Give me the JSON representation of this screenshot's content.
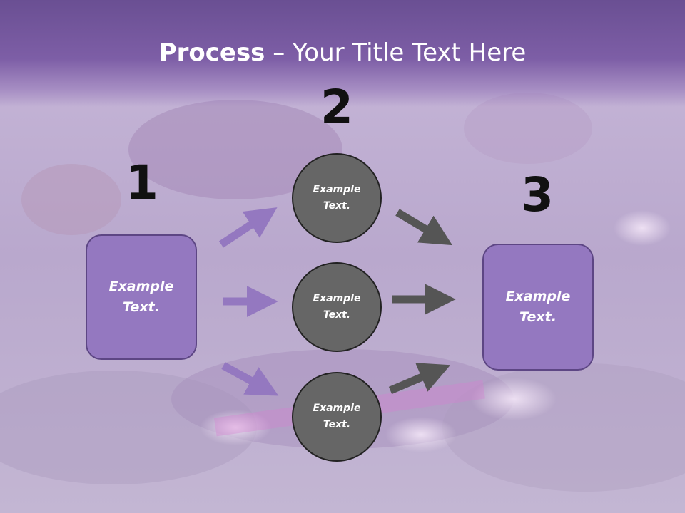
{
  "title": {
    "bold": "Process",
    "rest": " – Your Title Text Here"
  },
  "steps": [
    {
      "number": "1",
      "label": "Example\nText."
    },
    {
      "number": "2",
      "items": [
        "Example\nText.",
        "Example\nText.",
        "Example\nText."
      ]
    },
    {
      "number": "3",
      "label": "Example\nText."
    }
  ],
  "colors": {
    "accent": "#9478c0",
    "header": "#7a5aa6",
    "circle": "#666666",
    "arrow_purple": "#9478c0",
    "arrow_gray": "#555555"
  }
}
